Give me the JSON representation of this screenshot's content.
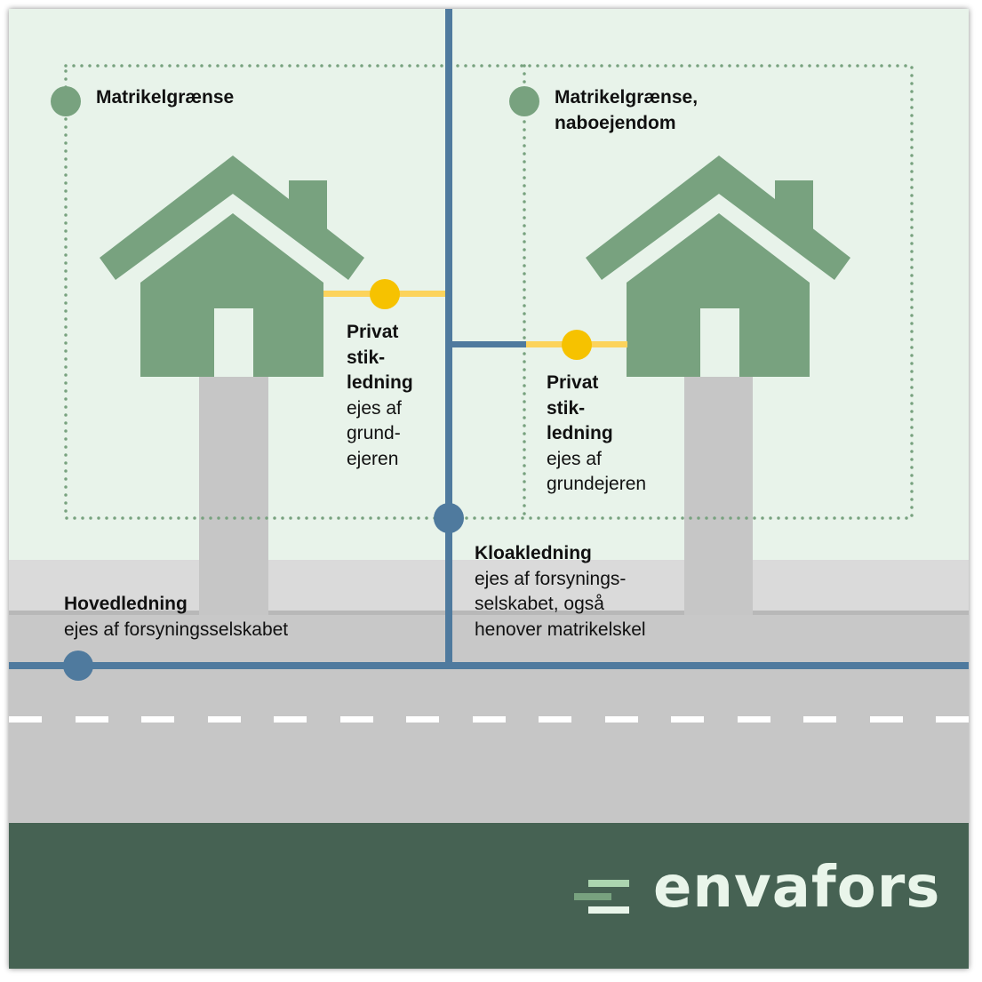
{
  "labels": {
    "parcel_left": "Matrikelgrænse",
    "parcel_right_1": "Matrikelgrænse,",
    "parcel_right_2": "naboejendom",
    "private_left": {
      "title_1": "Privat",
      "title_2": "stik-",
      "title_3": "ledning",
      "desc_1": "ejes af",
      "desc_2": "grund-",
      "desc_3": "ejeren"
    },
    "private_right": {
      "title_1": "Privat",
      "title_2": "stik-",
      "title_3": "ledning",
      "desc_1": "ejes af",
      "desc_2": "grundejeren"
    },
    "sewer": {
      "title": "Kloakledning",
      "desc_1": "ejes af forsynings-",
      "desc_2": "selskabet, også",
      "desc_3": "henover matrikelskel"
    },
    "main": {
      "title": "Hovedledning",
      "desc": "ejes af forsyningsselskabet"
    }
  },
  "logo": {
    "text": "envafors"
  },
  "colors": {
    "background": "#e8f3ea",
    "house": "#78a27f",
    "pipe": "#4f7a9e",
    "private_pipe": "#fcd35c",
    "node_yellow": "#f6c200",
    "road": "#c6c6c6",
    "footer": "#466253"
  }
}
